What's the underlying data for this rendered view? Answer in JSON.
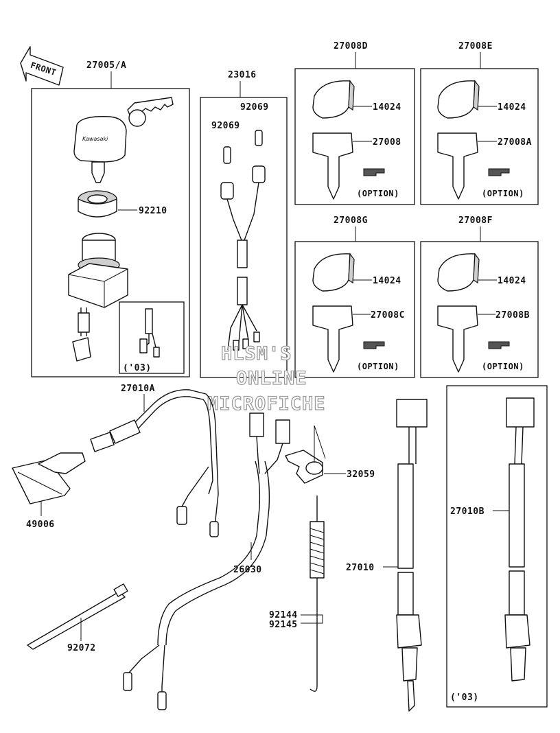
{
  "front_marker": "FRONT",
  "brand_text": "Kawasaki",
  "watermark": [
    "HLSM'S",
    "ONLINE",
    "MICROFICHE"
  ],
  "labels": {
    "p27005A": "27005/A",
    "p23016": "23016",
    "p27008D": "27008D",
    "p27008E": "27008E",
    "p27008G": "27008G",
    "p27008F": "27008F",
    "p92210": "92210",
    "p92069_a": "92069",
    "p92069_b": "92069",
    "p14024_d": "14024",
    "p14024_e": "14024",
    "p14024_g": "14024",
    "p14024_f": "14024",
    "p27008": "27008",
    "p27008A": "27008A",
    "p27008C": "27008C",
    "p27008B": "27008B",
    "option_d": "(OPTION)",
    "option_e": "(OPTION)",
    "option_g": "(OPTION)",
    "option_f": "(OPTION)",
    "year_a": "('03)",
    "year_b": "('03)",
    "p27010A": "27010A",
    "p49006": "49006",
    "p26030": "26030",
    "p32059": "32059",
    "p27010": "27010",
    "p27010B": "27010B",
    "p92144": "92144",
    "p92145": "92145",
    "p92072": "92072"
  }
}
